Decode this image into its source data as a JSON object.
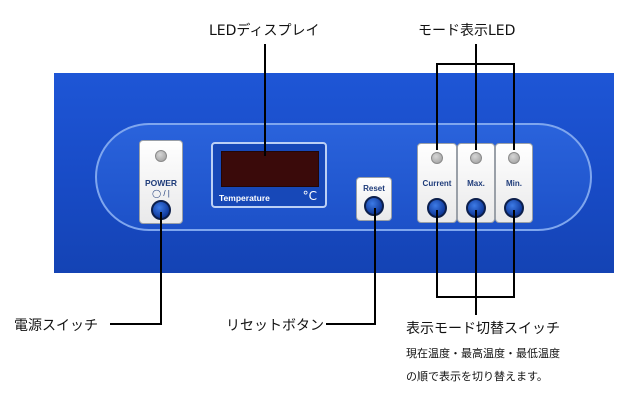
{
  "callouts": {
    "led_display": "LEDディスプレイ",
    "mode_led": "モード表示LED",
    "power_switch": "電源スイッチ",
    "reset_button": "リセットボタン",
    "mode_switch": "表示モード切替スイッチ",
    "mode_note_line1": "現在温度・最高温度・最低温度",
    "mode_note_line2": "の順で表示を切り替えます。"
  },
  "device": {
    "power_label": "POWER",
    "power_symbol": "◯ / |",
    "display_label": "Temperature",
    "display_unit": "°C",
    "reset_label": "Reset",
    "mode_buttons": [
      "Current",
      "Max.",
      "Min."
    ]
  },
  "colors": {
    "panel_blue": "#1a4fcc",
    "led_off": "#b0b0b0",
    "display_bg": "#3a0a0a"
  }
}
